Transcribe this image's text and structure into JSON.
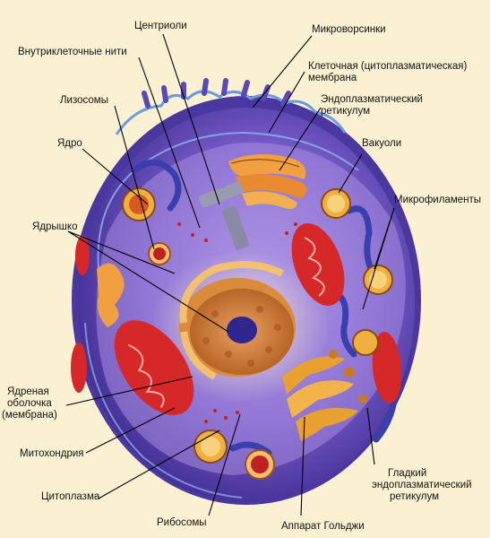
{
  "labels": {
    "centrioles": "Центриоли",
    "microvilli": "Микроворсинки",
    "intracellular_filaments": "Внутриклеточные нити",
    "cell_membrane_line1": "Клеточная (цитоплазматическая)",
    "cell_membrane_line2": "мембрана",
    "lysosomes": "Лизосомы",
    "er_line1": "Эндоплазматический",
    "er_line2": "ретикулум",
    "nucleus": "Ядро",
    "vacuoles": "Вакуоли",
    "microfilaments": "Микрофиламенты",
    "nucleolus": "Ядрышко",
    "nuclear_envelope_line1": "Ядреная",
    "nuclear_envelope_line2": "оболочка",
    "nuclear_envelope_line3": "(мембрана)",
    "mitochondria": "Митохондрия",
    "smooth_er_line1": "Гладкий",
    "smooth_er_line2": "эндоплазматический",
    "smooth_er_line3": "ретикулум",
    "cytoplasm": "Цитоплазма",
    "ribosomes": "Рибосомы",
    "golgi": "Аппарат Гольджи"
  },
  "colors": {
    "background": "#fbf0d2",
    "cytoplasm_outer": "#5a3fae",
    "cytoplasm_inner": "#8a6fd0",
    "membrane": "#3a2a8a",
    "nucleus": "#c9722a",
    "nucleolus": "#3b2f9c",
    "mitochondria": "#d8262a",
    "golgi": "#e9a43a",
    "leader_line": "#000000"
  }
}
